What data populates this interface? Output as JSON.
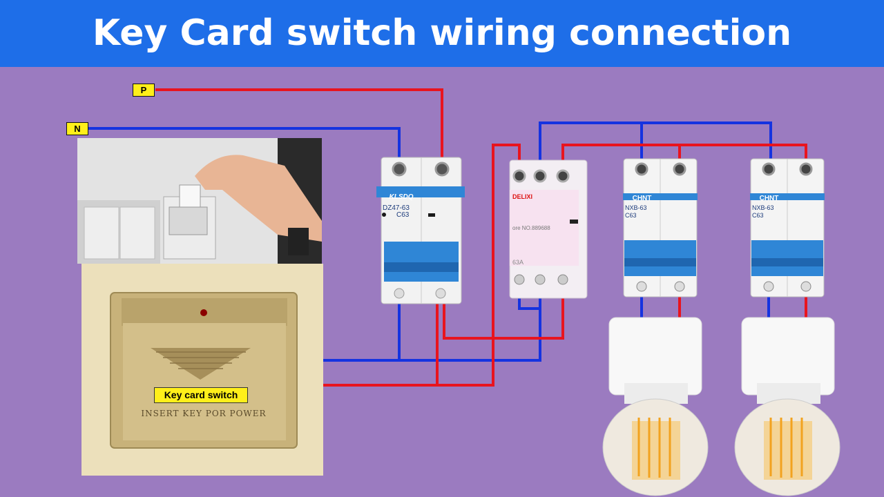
{
  "title": "Key Card switch wiring connection",
  "labels": {
    "phase": "P",
    "neutral": "N",
    "key_card_switch": "Key card switch",
    "insert_text": "INSERT KEY POR POWER"
  },
  "devices": {
    "main_breaker": {
      "brand": "KLSDQ",
      "model": "DZ47-63",
      "rating": "C63"
    },
    "contactor": {
      "brand": "DELIXI",
      "serial": "ore NO.889688",
      "current": "63A"
    },
    "breaker_1": {
      "brand": "CHNT",
      "model": "NXB-63",
      "rating": "C63"
    },
    "breaker_2": {
      "brand": "CHNT",
      "model": "NXB-63",
      "rating": "C63"
    }
  },
  "colors": {
    "phase_wire": "#e8141e",
    "neutral_wire": "#1533e0",
    "banner": "#1e6ee8",
    "background": "#9b7bc0",
    "label_bg": "#ffef1a"
  }
}
